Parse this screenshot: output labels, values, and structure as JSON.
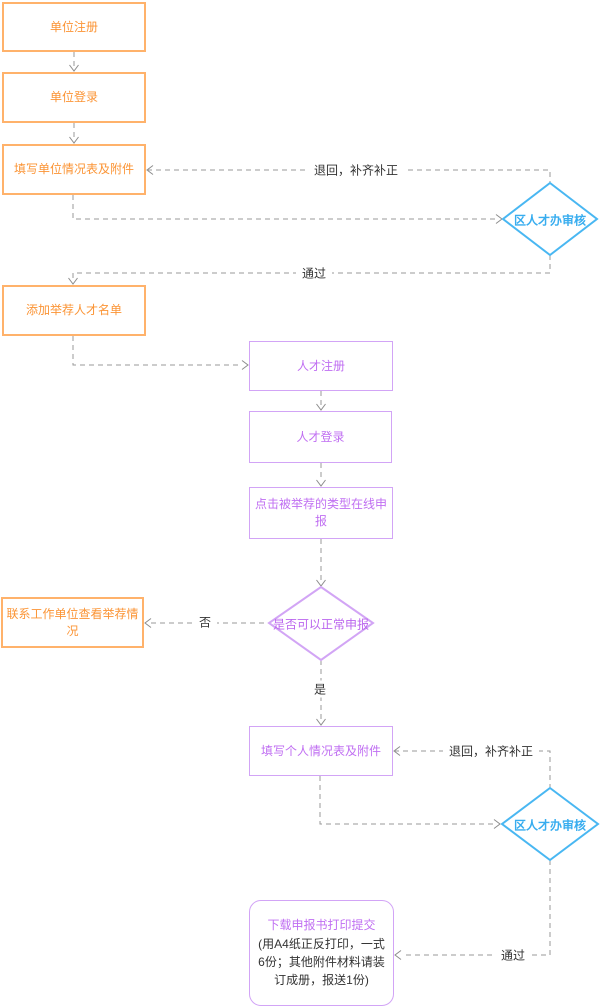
{
  "diagram": {
    "nodes": {
      "unit_register": {
        "label": "单位注册"
      },
      "unit_login": {
        "label": "单位登录"
      },
      "unit_form": {
        "label": "填写单位情况表及附件"
      },
      "add_talents": {
        "label": "添加举荐人才名单"
      },
      "contact_unit": {
        "label": "联系工作单位查看举荐情况"
      },
      "talent_register": {
        "label": "人才注册"
      },
      "talent_login": {
        "label": "人才登录"
      },
      "click_apply": {
        "label": "点击被举荐的类型在线申报"
      },
      "can_apply": {
        "label": "是否可以正常申报"
      },
      "personal_form": {
        "label": "填写个人情况表及附件"
      },
      "review_unit": {
        "label": "区人才办审核"
      },
      "review_personal": {
        "label": "区人才办审核"
      },
      "download_submit": {
        "title": "下载申报书打印提交",
        "note": "(用A4纸正反打印，一式6份；其他附件材料请装订成册，报送1份)"
      }
    },
    "edge_labels": {
      "return_fix_unit": "退回，补齐补正",
      "pass_unit": "通过",
      "no": "否",
      "yes": "是",
      "return_fix_personal": "退回，补齐补正",
      "pass_personal": "通过"
    },
    "colors": {
      "orange_border": "#FFB26B",
      "orange_text": "#FB9435",
      "purple_border": "#D2A4F6",
      "purple_text": "#C06FF2",
      "blue": "#49B7F2",
      "line_gray": "#999999",
      "label_text": "#333333"
    }
  }
}
